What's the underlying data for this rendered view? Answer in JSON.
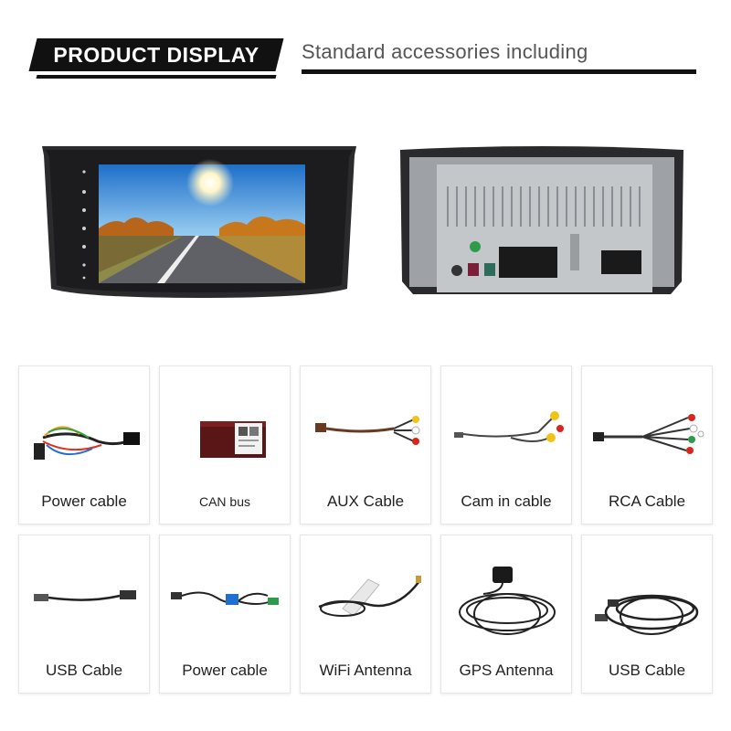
{
  "header": {
    "badge_title": "PRODUCT DISPLAY",
    "subtitle": "Standard accessories including"
  },
  "products": {
    "front_image": "head-unit-front",
    "back_image": "head-unit-back"
  },
  "accessories": [
    {
      "label": "Power cable",
      "icon": "power-cable-icon"
    },
    {
      "label": "CAN bus",
      "icon": "can-bus-icon"
    },
    {
      "label": "AUX Cable",
      "icon": "aux-cable-icon"
    },
    {
      "label": "Cam in cable",
      "icon": "cam-in-cable-icon"
    },
    {
      "label": "RCA Cable",
      "icon": "rca-cable-icon"
    },
    {
      "label": "USB Cable",
      "icon": "usb-cable-icon"
    },
    {
      "label": "Power cable",
      "icon": "power-cable-icon"
    },
    {
      "label": "WiFi Antenna",
      "icon": "wifi-antenna-icon"
    },
    {
      "label": "GPS Antenna",
      "icon": "gps-antenna-icon"
    },
    {
      "label": "USB Cable",
      "icon": "usb-cable-icon"
    }
  ]
}
